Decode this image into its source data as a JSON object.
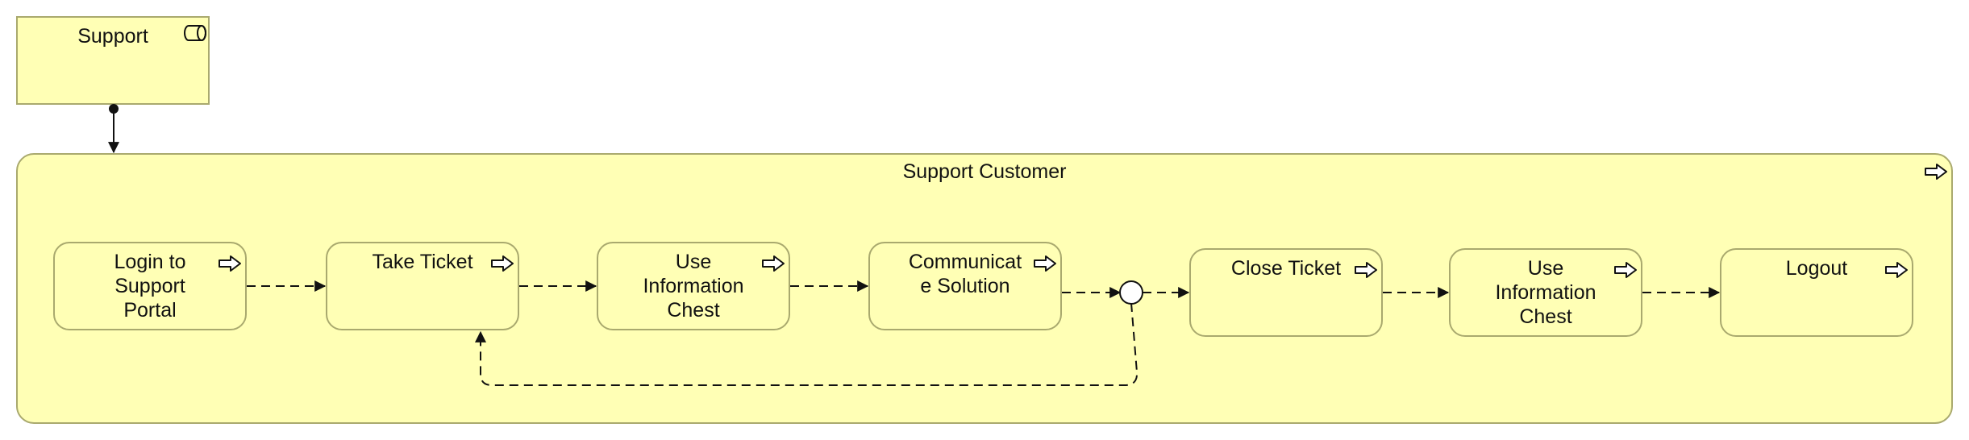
{
  "colors": {
    "fill": "#ffffb5",
    "stroke": "#a9a96e",
    "line": "#111111"
  },
  "role": {
    "label": "Support",
    "icon": "business-role-icon"
  },
  "container": {
    "label": "Support Customer",
    "icon": "process-arrow-icon"
  },
  "processes": [
    {
      "label": "Login to\nSupport\nPortal",
      "icon": "process-arrow-icon"
    },
    {
      "label": "Take Ticket",
      "icon": "process-arrow-icon"
    },
    {
      "label": "Use\nInformation\nChest",
      "icon": "process-arrow-icon"
    },
    {
      "label": "Communicat\ne Solution",
      "icon": "process-arrow-icon"
    },
    {
      "label": "Close Ticket",
      "icon": "process-arrow-icon"
    },
    {
      "label": "Use\nInformation\nChest",
      "icon": "process-arrow-icon"
    },
    {
      "label": "Logout",
      "icon": "process-arrow-icon"
    }
  ],
  "junction": {
    "type": "or-junction"
  }
}
